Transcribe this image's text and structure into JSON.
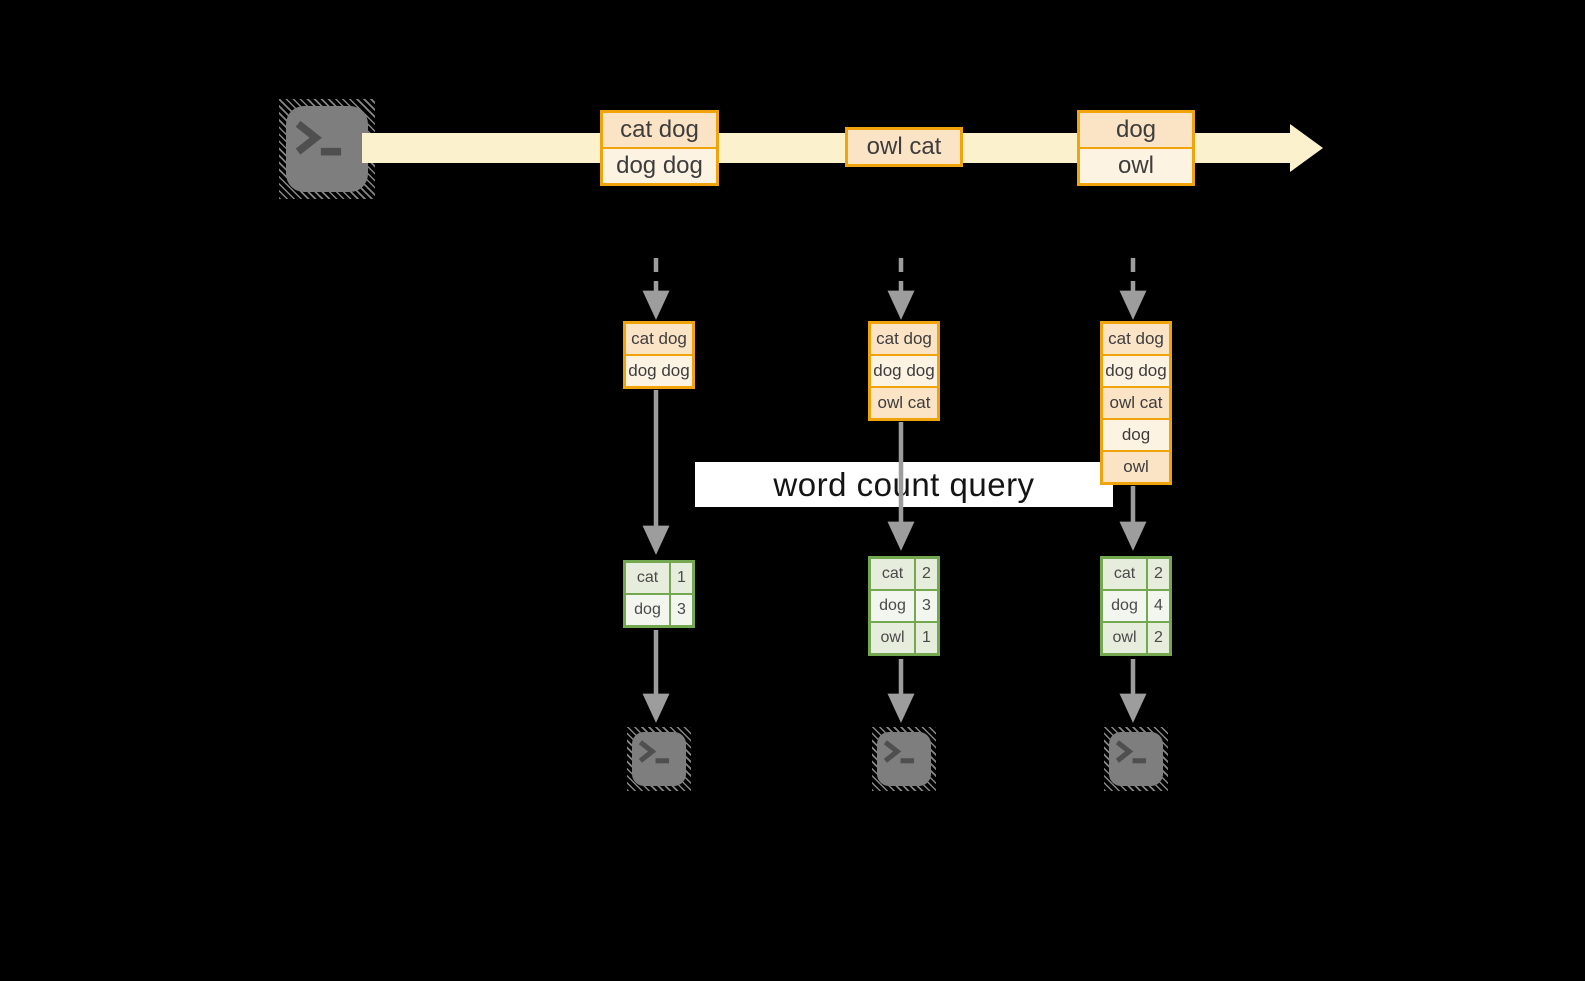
{
  "diagram_type": "stream-processing word count diagram",
  "colors": {
    "background": "#000000",
    "stream_fill": "#FBF1CC",
    "event_border": "#F0A30A",
    "event_fill_dark": "#FBE3C6",
    "event_fill_light": "#FDF3E3",
    "table_border": "#74A850",
    "table_fill_dark": "#E6EDDC",
    "table_fill_light": "#F2F6EE",
    "arrow_gray": "#9D9D9D",
    "terminal_gray": "#7E7E7E",
    "query_label_bg": "#FFFFFF"
  },
  "query_label": "word count query",
  "stream_events": [
    {
      "lines": [
        "cat dog",
        "dog dog"
      ]
    },
    {
      "lines": [
        "owl cat"
      ]
    },
    {
      "lines": [
        "dog",
        "owl"
      ]
    }
  ],
  "columns": [
    {
      "state": [
        "cat dog",
        "dog dog"
      ],
      "counts": [
        [
          "cat",
          "1"
        ],
        [
          "dog",
          "3"
        ]
      ]
    },
    {
      "state": [
        "cat dog",
        "dog dog",
        "owl cat"
      ],
      "counts": [
        [
          "cat",
          "2"
        ],
        [
          "dog",
          "3"
        ],
        [
          "owl",
          "1"
        ]
      ]
    },
    {
      "state": [
        "cat dog",
        "dog dog",
        "owl cat",
        "dog",
        "owl"
      ],
      "counts": [
        [
          "cat",
          "2"
        ],
        [
          "dog",
          "4"
        ],
        [
          "owl",
          "2"
        ]
      ]
    }
  ]
}
